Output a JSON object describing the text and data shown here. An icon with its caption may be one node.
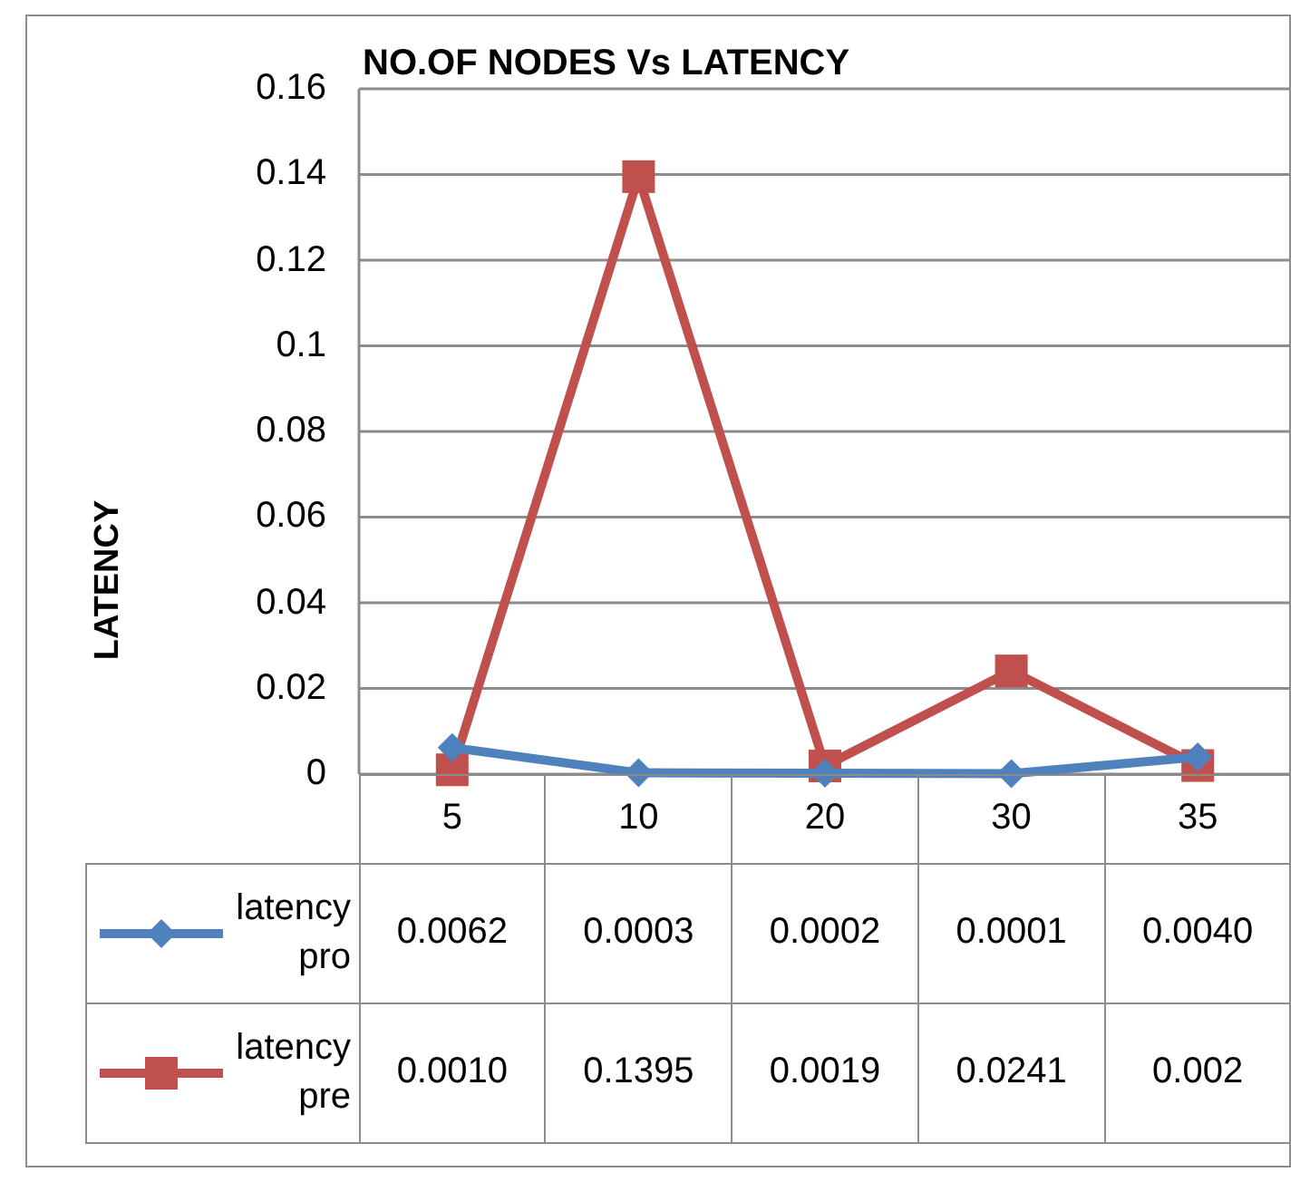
{
  "diagram": {
    "title": "NO.OF NODES Vs LATENCY",
    "labels": [
      "0.0062",
      "0.0003",
      "0.0002",
      "0.0001",
      "0.0040",
      "0.0010",
      "0.1395",
      "0.0019",
      "0.0241",
      "0.002"
    ],
    "chart_data": {
      "type": "line",
      "ylabel": "LATENCY",
      "categories": [
        "5",
        "10",
        "20",
        "30",
        "35"
      ],
      "series": [
        {
          "name": "latency pro",
          "color": "#4f81bd",
          "marker": "diamond",
          "values": [
            0.0062,
            0.0003,
            0.0002,
            0.0001,
            0.004
          ]
        },
        {
          "name": "latency pre",
          "color": "#c0504d",
          "marker": "square",
          "values": [
            0.001,
            0.1395,
            0.0019,
            0.0241,
            0.002
          ]
        }
      ],
      "grid": true,
      "legend": true,
      "ylim": [
        0,
        0.16
      ],
      "yticks": [
        0,
        0.02,
        0.04,
        0.06,
        0.08,
        0.1,
        0.12,
        0.14,
        0.16
      ]
    }
  }
}
